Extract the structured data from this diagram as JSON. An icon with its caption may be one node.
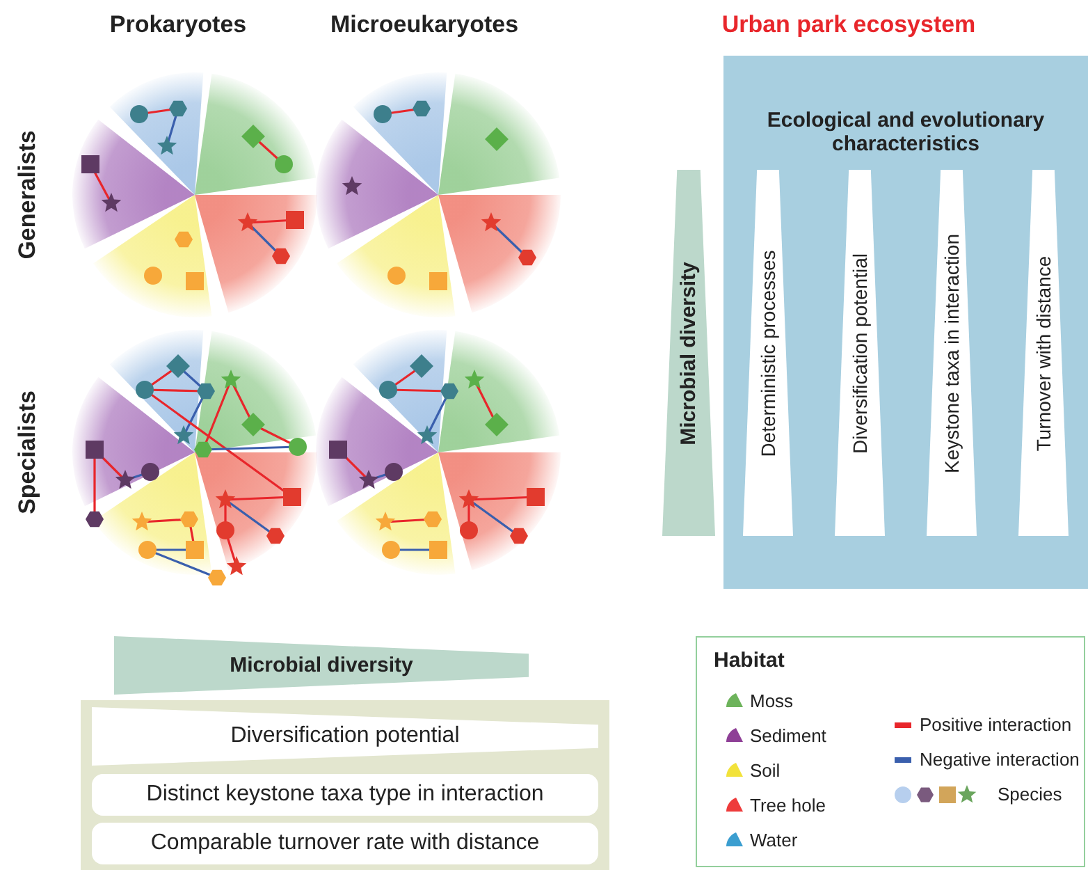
{
  "diagram": {
    "nodes": [
      {
        "text": [
          "Ecological and evolutionary characteristics"
        ]
      },
      {
        "text": [
          "Deterministic processes"
        ],
        "in": 0
      },
      {
        "text": [
          "Diversification potential"
        ],
        "in": 0
      },
      {
        "text": [
          "Keystone taxa in interaction"
        ],
        "in": 0
      },
      {
        "text": [
          "Turnover with distance"
        ],
        "in": 0
      },
      {
        "text": [
          "Microbial diversity"
        ]
      },
      {
        "text": [
          "Microbial diversity"
        ]
      },
      {
        "text": [],
        "shape": "box"
      },
      {
        "text": [
          "Diversification potential"
        ],
        "in": 7
      },
      {
        "text": [
          "Distinct keystone taxa type in interaction"
        ],
        "in": 7
      },
      {
        "text": [
          "Comparable turnover rate with distance"
        ],
        "in": 7
      }
    ],
    "labels": [
      "Prokaryotes",
      "Microeukaryotes",
      "Urban park ecosystem",
      "Generalists",
      "Specialists",
      "Habitat"
    ],
    "legend": [
      {
        "text": "Moss",
        "color": "#6db35b"
      },
      {
        "text": "Sediment",
        "color": "#8e3f96"
      },
      {
        "text": "Soil",
        "color": "#f2e23a"
      },
      {
        "text": "Tree hole",
        "color": "#ee3b3b"
      },
      {
        "text": "Water",
        "color": "#3b9ed0"
      },
      {
        "text": "Positive interaction",
        "color": "#e8262b"
      },
      {
        "text": "Negative interaction",
        "color": "#3a5fad"
      },
      {
        "text": "Species"
      }
    ]
  }
}
